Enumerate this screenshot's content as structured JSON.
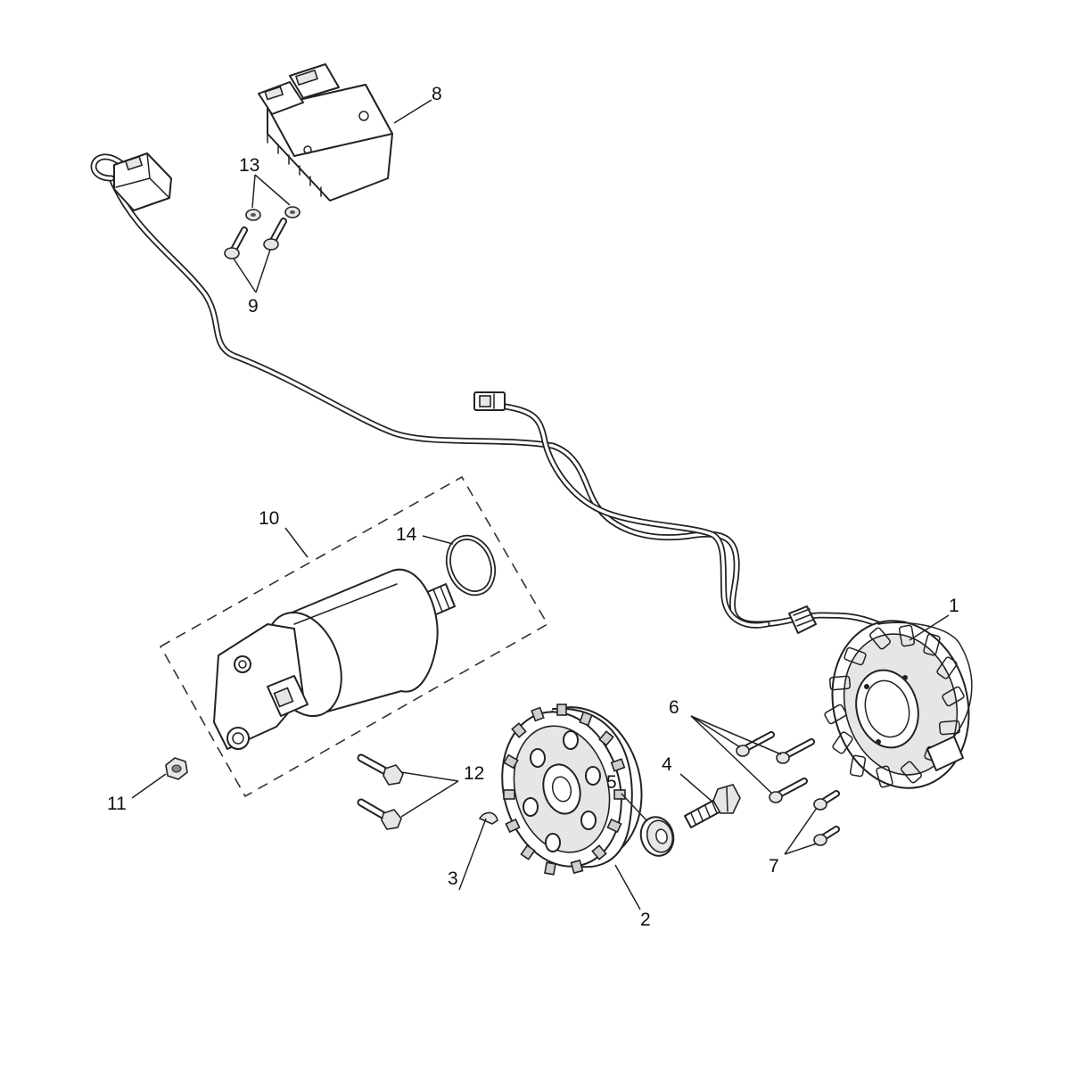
{
  "diagram": {
    "callouts": {
      "c1": "1",
      "c2": "2",
      "c3": "3",
      "c4": "4",
      "c5": "5",
      "c6": "6",
      "c7": "7",
      "c8": "8",
      "c9": "9",
      "c10": "10",
      "c11": "11",
      "c12": "12",
      "c13": "13",
      "c14": "14"
    },
    "parts": [
      {
        "ref": "1",
        "name": "stator"
      },
      {
        "ref": "2",
        "name": "rotor-flywheel"
      },
      {
        "ref": "3",
        "name": "woodruff-key"
      },
      {
        "ref": "4",
        "name": "rotor-bolt"
      },
      {
        "ref": "5",
        "name": "washer"
      },
      {
        "ref": "6",
        "name": "stator-screws"
      },
      {
        "ref": "7",
        "name": "clamp-screws"
      },
      {
        "ref": "8",
        "name": "regulator-rectifier"
      },
      {
        "ref": "9",
        "name": "regulator-bolts"
      },
      {
        "ref": "10",
        "name": "starter-motor-kit"
      },
      {
        "ref": "11",
        "name": "nut"
      },
      {
        "ref": "12",
        "name": "starter-bolts"
      },
      {
        "ref": "13",
        "name": "regulator-washers"
      },
      {
        "ref": "14",
        "name": "o-ring"
      }
    ]
  }
}
